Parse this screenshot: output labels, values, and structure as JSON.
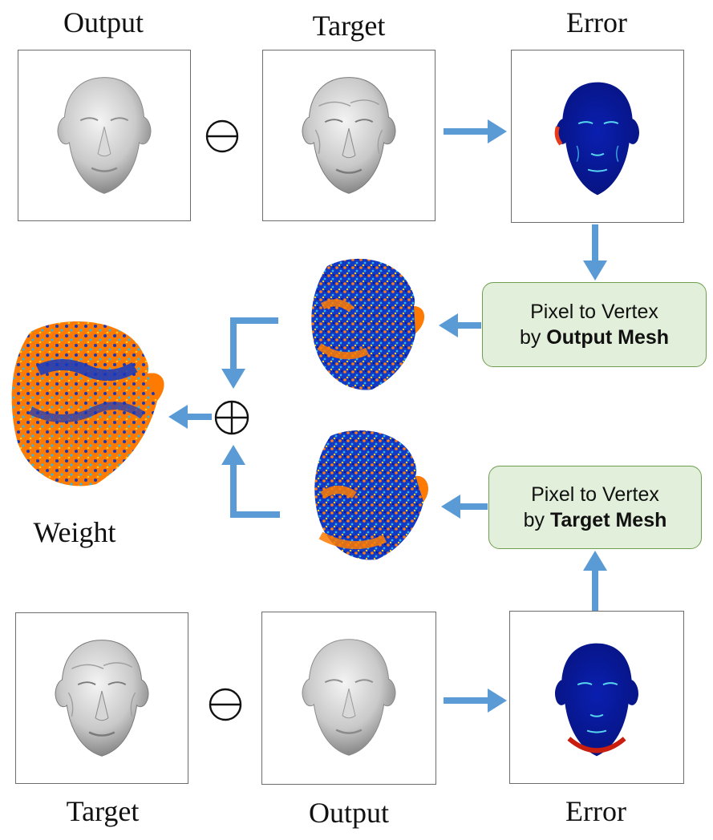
{
  "top_row": {
    "output_label": "Output",
    "target_label": "Target",
    "error_label": "Error"
  },
  "bottom_row": {
    "target_label": "Target",
    "output_label": "Output",
    "error_label": "Error"
  },
  "weight_label": "Weight",
  "output_mesh_box": {
    "line1": "Pixel to Vertex",
    "prefix": "by",
    "bold": "Output Mesh"
  },
  "target_mesh_box": {
    "line1": "Pixel to Vertex",
    "prefix": "by",
    "bold": "Target Mesh"
  },
  "colors": {
    "arrow": "#5b9bd5",
    "box_fill": "#e2efda",
    "box_border": "#6f9e4f",
    "panel_border": "#6b6b6b",
    "heat_low": "#0a1a9c",
    "heat_high": "#ff7a00"
  },
  "operators": {
    "minus": "ominus-icon",
    "plus": "oplus-icon"
  }
}
